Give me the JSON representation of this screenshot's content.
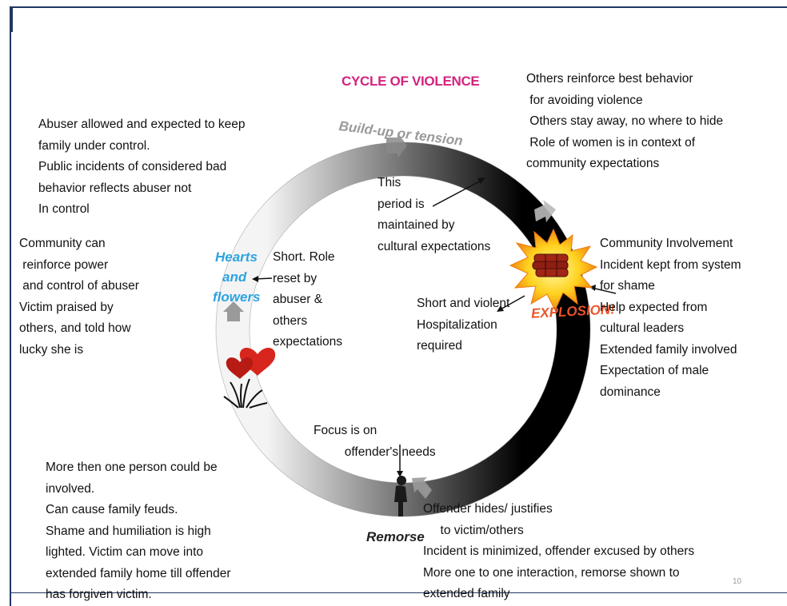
{
  "title": "CYCLE OF VIOLENCE",
  "phases": {
    "buildup": "Build-up or tension",
    "explosion": "EXPLOSION!",
    "remorse": "Remorse",
    "hearts_line1": "Hearts",
    "hearts_line2": "and",
    "hearts_line3": "flowers"
  },
  "notes": {
    "top_left": "Abuser allowed and expected to keep\nfamily under control.\nPublic incidents of considered bad\nbehavior reflects abuser not\nIn control",
    "top_right": "Others reinforce best behavior\n for avoiding violence\n Others stay away, no where to hide\n Role of women is in context of\ncommunity expectations",
    "left": "Community can\n reinforce power\n and control of abuser\nVictim praised by\nothers, and told how\nlucky she is",
    "inner_top": "This\nperiod is\nmaintained by\ncultural expectations",
    "inner_left": "Short. Role\nreset by\nabuser &\nothers\nexpectations",
    "inner_right": "Short and violent\nHospitalization\nrequired",
    "right": "Community Involvement\nIncident kept from system\nfor shame\nHelp expected from\ncultural leaders\nExtended family involved\nExpectation of male\ndominance",
    "inner_bottom": "Focus is on\n         offender's needs",
    "bottom_left": "More then one person could be\ninvolved.\nCan cause family feuds.\nShame and humiliation is high\nlighted. Victim can move into\nextended family home till offender\nhas forgiven victim.",
    "bottom_right": "Offender hides/ justifies\n     to victim/others\nIncident is minimized, offender excused by others\nMore one to one interaction, remorse shown to\nextended family"
  },
  "page_number": "10",
  "colors": {
    "title": "#d4237e",
    "hearts_text": "#2ea3e0",
    "explosion_text": "#e8542a",
    "buildup_text": "#9a9a9a",
    "remorse_text": "#222222",
    "frame": "#1f3864",
    "ring_dark": "#000000",
    "ring_light": "#f2f2f2"
  },
  "icons": [
    "dynamite-icon",
    "explosion-burst-icon",
    "hearts-icon",
    "flowers-icon",
    "remorse-figure-icon",
    "cycle-arrow-icon"
  ]
}
